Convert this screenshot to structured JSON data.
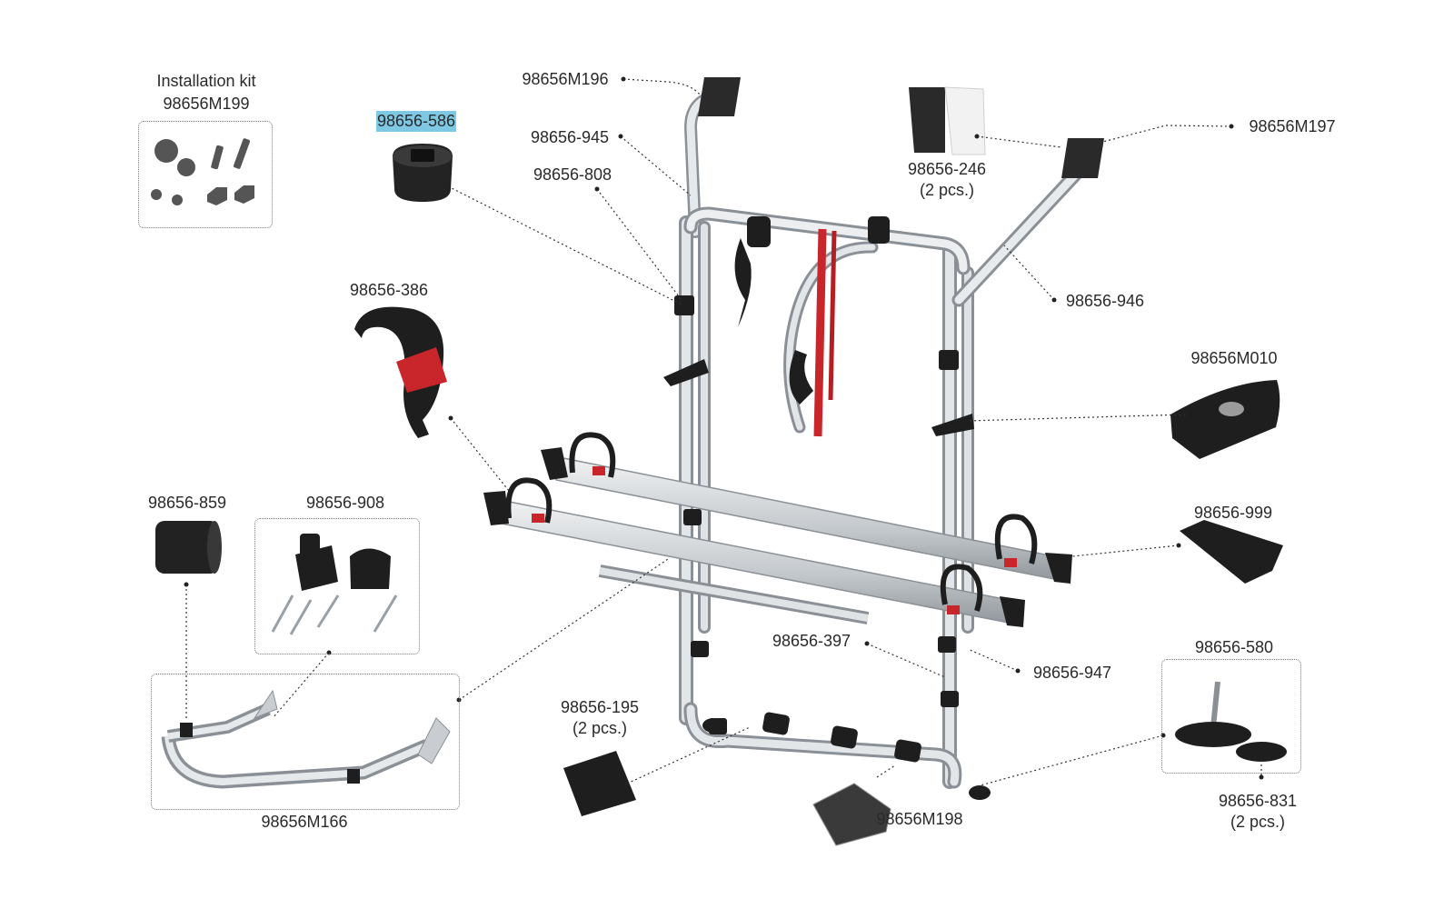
{
  "diagram": {
    "selected_part": "98656-586",
    "installation_kit": {
      "title": "Installation kit",
      "code": "98656M199"
    },
    "parts": {
      "p_m196": "98656M196",
      "p_945": "98656-945",
      "p_808": "98656-808",
      "p_586": "98656-586",
      "p_246": "98656-246",
      "p_246_qty": "(2 pcs.)",
      "p_m197": "98656M197",
      "p_946": "98656-946",
      "p_386": "98656-386",
      "p_m010": "98656M010",
      "p_859": "98656-859",
      "p_908": "98656-908",
      "p_999": "98656-999",
      "p_397": "98656-397",
      "p_947": "98656-947",
      "p_580": "98656-580",
      "p_195": "98656-195",
      "p_195_qty": "(2 pcs.)",
      "p_m166": "98656M166",
      "p_m198": "98656M198",
      "p_831": "98656-831",
      "p_831_qty": "(2 pcs.)"
    },
    "colors": {
      "frame": "#c9cdd1",
      "frame_edge": "#8a9096",
      "rubber": "#1e1e1e",
      "red": "#c8262a",
      "highlight": "#7ec8e3"
    }
  }
}
